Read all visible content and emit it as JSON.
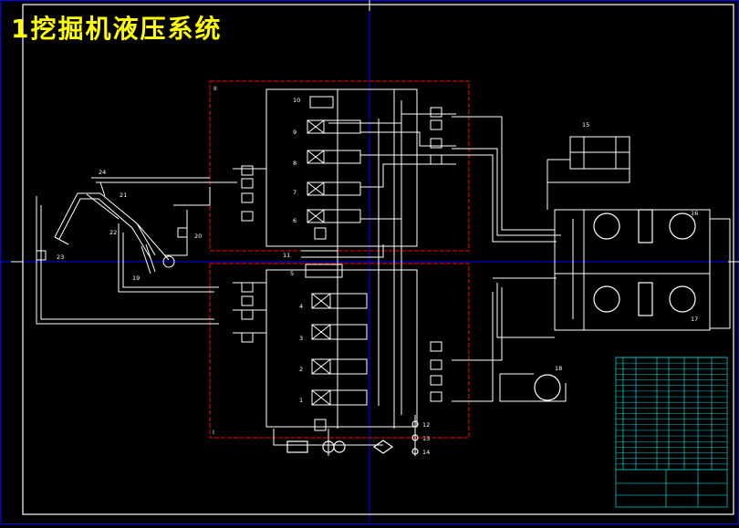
{
  "title": "1挖掘机液压系统",
  "group_labels": {
    "upper": "II",
    "lower": "I"
  },
  "labels": {
    "n1": "1",
    "n2": "2",
    "n3": "3",
    "n4": "4",
    "n5": "5",
    "n6": "6",
    "n7": "7",
    "n8": "8",
    "n9": "9",
    "n10": "10",
    "n11": "11",
    "n12": "12",
    "n13": "13",
    "n14": "14",
    "n15": "15",
    "n16": "16",
    "n17": "17",
    "n18": "18",
    "n19": "19",
    "n20": "20",
    "n21": "21",
    "n22": "22",
    "n23": "23",
    "n24": "24"
  },
  "colors": {
    "background": "#000000",
    "frame": "#ffffff",
    "lines": "#ffffff",
    "group_border": "#ff0000",
    "title": "#ffff00",
    "table": "#00ffff",
    "axis": "#0000ff"
  }
}
